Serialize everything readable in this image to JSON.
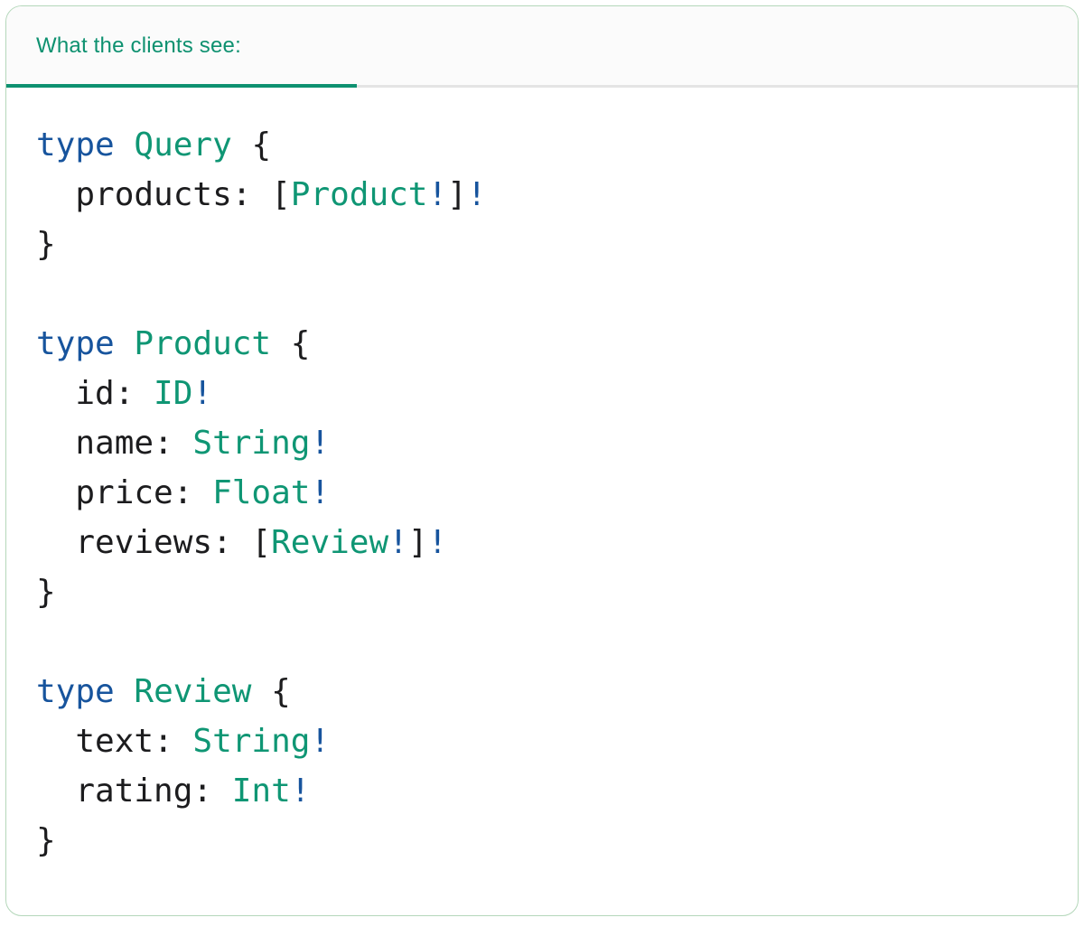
{
  "card": {
    "header": {
      "tab_label": "What the clients see:"
    },
    "colors": {
      "accent_teal": "#0E9170",
      "keyword_blue": "#17549D",
      "type_green": "#0F9674",
      "bang_blue": "#17549D",
      "text_dark": "#1C1C1E",
      "divider_gray": "#E4E4E4",
      "header_bg": "#FBFBFB",
      "card_border_green": "#B4D7BA",
      "card_bg": "#FFFFFF"
    },
    "code": {
      "language": "graphql",
      "lines": [
        [
          {
            "t": "kw",
            "s": "type"
          },
          {
            "t": "pl",
            "s": " "
          },
          {
            "t": "ty",
            "s": "Query"
          },
          {
            "t": "pl",
            "s": " {"
          }
        ],
        [
          {
            "t": "pl",
            "s": "  products: ["
          },
          {
            "t": "ty",
            "s": "Product"
          },
          {
            "t": "bang",
            "s": "!"
          },
          {
            "t": "pl",
            "s": "]"
          },
          {
            "t": "bang",
            "s": "!"
          }
        ],
        [
          {
            "t": "pl",
            "s": "}"
          }
        ],
        [],
        [
          {
            "t": "kw",
            "s": "type"
          },
          {
            "t": "pl",
            "s": " "
          },
          {
            "t": "ty",
            "s": "Product"
          },
          {
            "t": "pl",
            "s": " {"
          }
        ],
        [
          {
            "t": "pl",
            "s": "  id: "
          },
          {
            "t": "ty",
            "s": "ID"
          },
          {
            "t": "bang",
            "s": "!"
          }
        ],
        [
          {
            "t": "pl",
            "s": "  name: "
          },
          {
            "t": "ty",
            "s": "String"
          },
          {
            "t": "bang",
            "s": "!"
          }
        ],
        [
          {
            "t": "pl",
            "s": "  price: "
          },
          {
            "t": "ty",
            "s": "Float"
          },
          {
            "t": "bang",
            "s": "!"
          }
        ],
        [
          {
            "t": "pl",
            "s": "  reviews: ["
          },
          {
            "t": "ty",
            "s": "Review"
          },
          {
            "t": "bang",
            "s": "!"
          },
          {
            "t": "pl",
            "s": "]"
          },
          {
            "t": "bang",
            "s": "!"
          }
        ],
        [
          {
            "t": "pl",
            "s": "}"
          }
        ],
        [],
        [
          {
            "t": "kw",
            "s": "type"
          },
          {
            "t": "pl",
            "s": " "
          },
          {
            "t": "ty",
            "s": "Review"
          },
          {
            "t": "pl",
            "s": " {"
          }
        ],
        [
          {
            "t": "pl",
            "s": "  text: "
          },
          {
            "t": "ty",
            "s": "String"
          },
          {
            "t": "bang",
            "s": "!"
          }
        ],
        [
          {
            "t": "pl",
            "s": "  rating: "
          },
          {
            "t": "ty",
            "s": "Int"
          },
          {
            "t": "bang",
            "s": "!"
          }
        ],
        [
          {
            "t": "pl",
            "s": "}"
          }
        ]
      ]
    }
  }
}
